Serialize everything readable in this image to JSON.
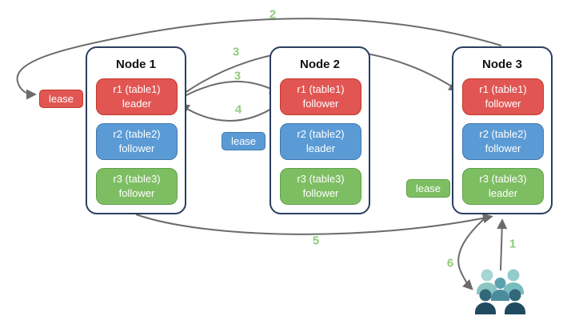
{
  "diagram": {
    "nodes": [
      {
        "title": "Node 1",
        "replicas": [
          {
            "name": "r1 (table1)",
            "role": "leader",
            "color": "#e15653"
          },
          {
            "name": "r2 (table2)",
            "role": "follower",
            "color": "#5b9bd5"
          },
          {
            "name": "r3 (table3)",
            "role": "follower",
            "color": "#7ebe63"
          }
        ]
      },
      {
        "title": "Node 2",
        "replicas": [
          {
            "name": "r1 (table1)",
            "role": "follower",
            "color": "#e15653"
          },
          {
            "name": "r2 (table2)",
            "role": "leader",
            "color": "#5b9bd5"
          },
          {
            "name": "r3 (table3)",
            "role": "follower",
            "color": "#7ebe63"
          }
        ]
      },
      {
        "title": "Node 3",
        "replicas": [
          {
            "name": "r1 (table1)",
            "role": "follower",
            "color": "#e15653"
          },
          {
            "name": "r2 (table2)",
            "role": "follower",
            "color": "#5b9bd5"
          },
          {
            "name": "r3 (table3)",
            "role": "leader",
            "color": "#7ebe63"
          }
        ]
      }
    ],
    "leases": [
      {
        "label": "lease",
        "color": "#e15653"
      },
      {
        "label": "lease",
        "color": "#5b9bd5"
      },
      {
        "label": "lease",
        "color": "#7ebe63"
      }
    ],
    "step_labels": [
      "1",
      "2",
      "3",
      "3",
      "4",
      "5",
      "6"
    ],
    "icons": {
      "users": "users-group-icon"
    },
    "colors": {
      "arrow": "#6b6b6b",
      "step_label": "#8fcb7d",
      "node_border": "#2a3f5f",
      "users_teal_light": "#a6d6d4",
      "users_teal_mid": "#5ca2ae",
      "users_slate_dark": "#1f4a5f"
    }
  }
}
